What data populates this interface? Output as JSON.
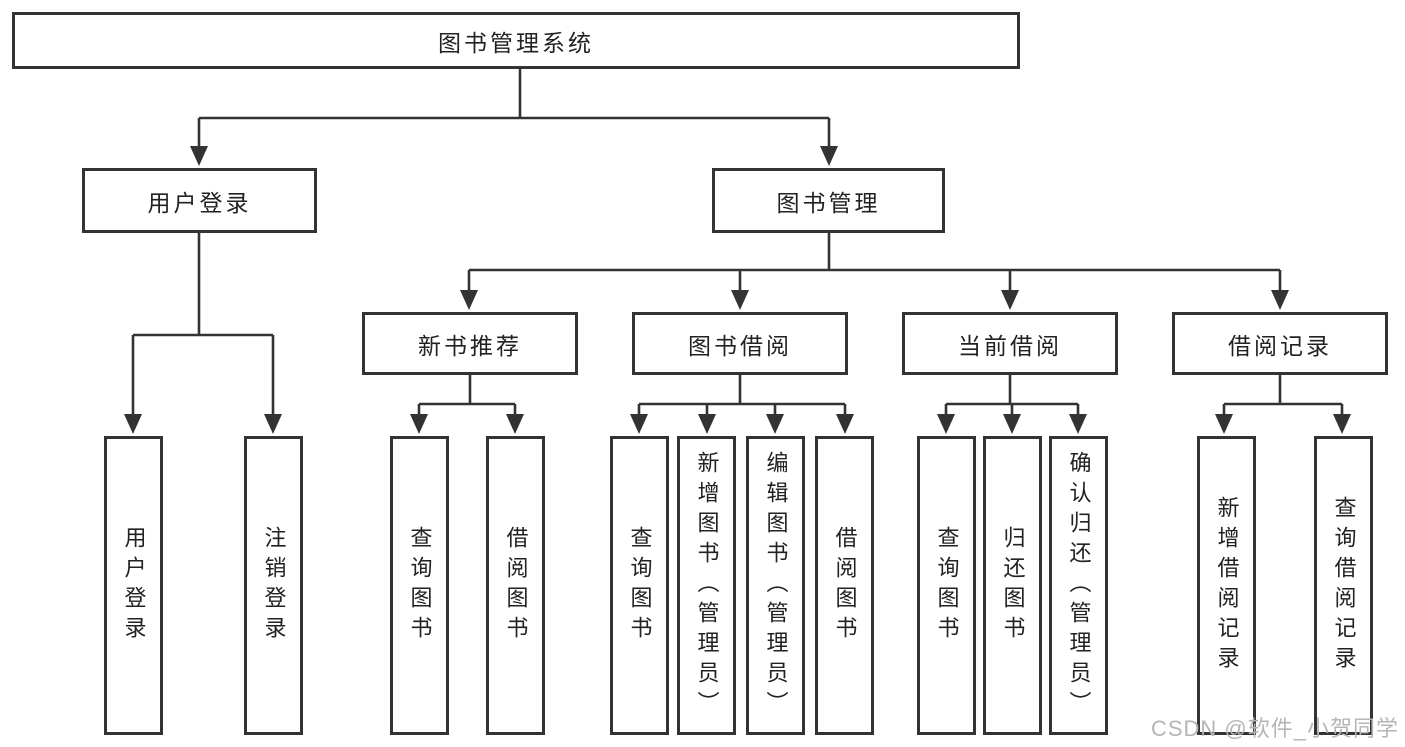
{
  "title": {
    "label": "图书管理系统"
  },
  "level2": {
    "user_login": "用户登录",
    "book_mgmt": "图书管理"
  },
  "level3": {
    "new_books": "新书推荐",
    "book_borrow": "图书借阅",
    "current_borrow": "当前借阅",
    "borrow_records": "借阅记录"
  },
  "leaves": {
    "user_login": [
      "用户登录",
      "注销登录"
    ],
    "new_books": [
      "查询图书",
      "借阅图书"
    ],
    "book_borrow": [
      "查询图书",
      "新增图书（管理员）",
      "编辑图书（管理员）",
      "借阅图书"
    ],
    "current_borrow": [
      "查询图书",
      "归还图书",
      "确认归还（管理员）"
    ],
    "borrow_records": [
      "新增借阅记录",
      "查询借阅记录"
    ]
  },
  "watermark": {
    "text": "CSDN @软件_小贺同学"
  },
  "colors": {
    "line": "#333333",
    "text": "#222222",
    "watermark": "#b5b5b5",
    "background": "#ffffff"
  }
}
